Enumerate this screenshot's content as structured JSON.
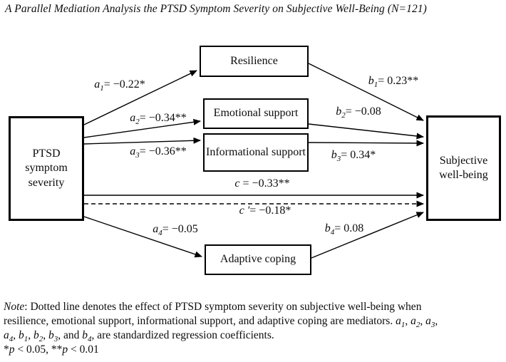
{
  "title": "A Parallel Mediation Analysis the PTSD Symptom Severity on Subjective Well-Being (N=121)",
  "boxes": {
    "predictor": "PTSD symptom severity",
    "resilience": "Resilience",
    "emotional": "Emotional support",
    "informational": "Informational support",
    "adaptive": "Adaptive coping",
    "outcome": "Subjective well-being"
  },
  "paths": {
    "a1": {
      "sym": "a",
      "sub": "1",
      "val": "= −0.22*"
    },
    "a2": {
      "sym": "a",
      "sub": "2",
      "val": "= −0.34**"
    },
    "a3": {
      "sym": "a",
      "sub": "3",
      "val": "= −0.36**"
    },
    "a4": {
      "sym": "a",
      "sub": "4",
      "val": "= −0.05"
    },
    "b1": {
      "sym": "b",
      "sub": "1",
      "val": "= 0.23**"
    },
    "b2": {
      "sym": "b",
      "sub": "2",
      "val": "= −0.08"
    },
    "b3": {
      "sym": "b",
      "sub": "3",
      "val": "= 0.34*"
    },
    "b4": {
      "sym": "b",
      "sub": "4",
      "val": "= 0.08"
    },
    "c": {
      "sym": "c",
      "sub": "",
      "val": " = −0.33**"
    },
    "cprime": {
      "sym": "c ′",
      "sub": "",
      "val": "= −0.18*"
    }
  },
  "colors": {
    "line": "#000000",
    "text": "#0c0c0c",
    "background": "#ffffff"
  },
  "note": {
    "lines": [
      [
        {
          "t": "Note",
          "i": true
        },
        {
          "t": ": Dotted line denotes the effect of PTSD symptom severity on subjective well-being when"
        }
      ],
      [
        {
          "t": "resilience, emotional support, informational support, and adaptive coping are mediators. "
        },
        {
          "t": "a",
          "i": true
        },
        {
          "t": "1",
          "s": true,
          "i": true
        },
        {
          "t": ", "
        },
        {
          "t": "a",
          "i": true
        },
        {
          "t": "2",
          "s": true,
          "i": true
        },
        {
          "t": ", "
        },
        {
          "t": "a",
          "i": true
        },
        {
          "t": "3",
          "s": true,
          "i": true
        },
        {
          "t": ","
        }
      ],
      [
        {
          "t": "a",
          "i": true
        },
        {
          "t": "4",
          "s": true,
          "i": true
        },
        {
          "t": ", "
        },
        {
          "t": "b",
          "i": true
        },
        {
          "t": "1",
          "s": true,
          "i": true
        },
        {
          "t": ", "
        },
        {
          "t": "b",
          "i": true
        },
        {
          "t": "2",
          "s": true,
          "i": true
        },
        {
          "t": ", "
        },
        {
          "t": "b",
          "i": true
        },
        {
          "t": "3",
          "s": true,
          "i": true
        },
        {
          "t": ", and "
        },
        {
          "t": "b",
          "i": true
        },
        {
          "t": "4",
          "s": true,
          "i": true
        },
        {
          "t": ", are standardized regression coefficients."
        }
      ],
      [
        {
          "t": "*"
        },
        {
          "t": "p",
          "i": true
        },
        {
          "t": " < 0.05, **"
        },
        {
          "t": "p",
          "i": true
        },
        {
          "t": " < 0.01"
        }
      ]
    ]
  }
}
